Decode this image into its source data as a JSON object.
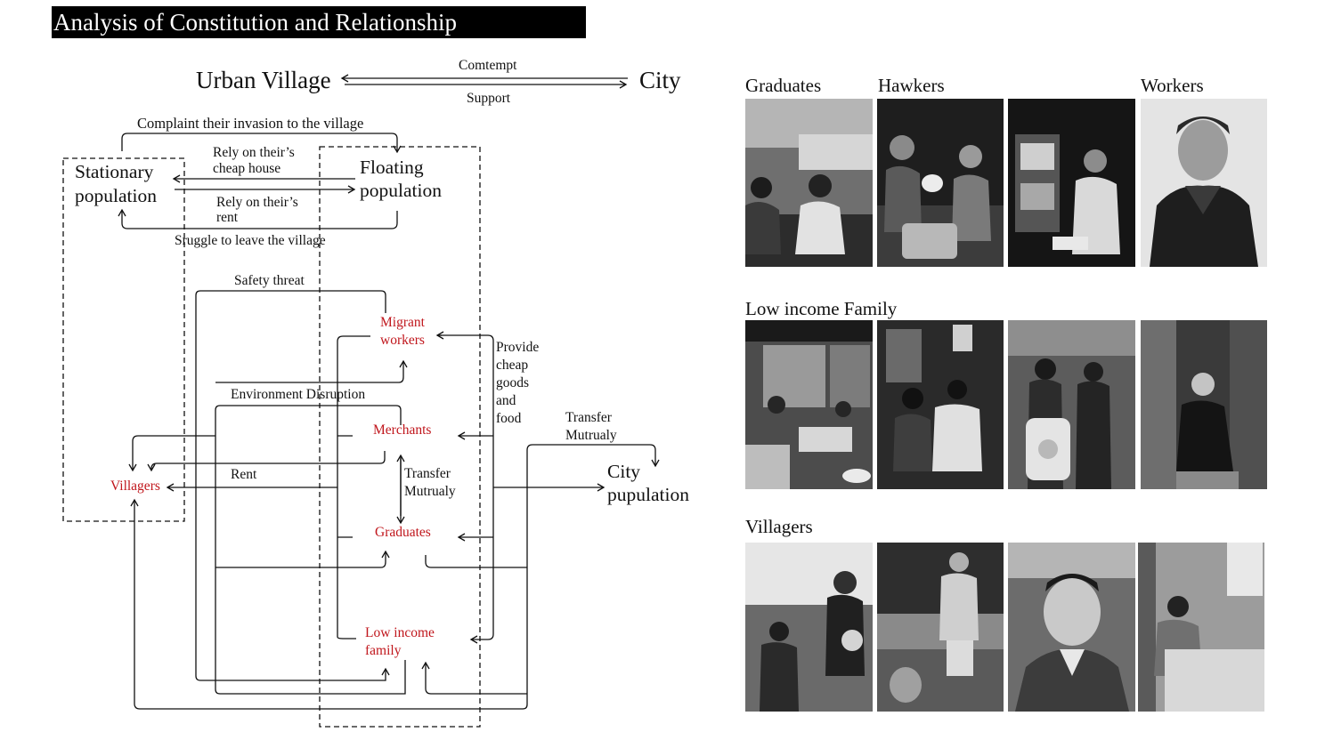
{
  "title": "Analysis of Constitution and Relationship",
  "diagram": {
    "urban_village": "Urban Village",
    "city": "City",
    "contempt": "Comtempt",
    "support": "Support",
    "complaint": "Complaint their  invasion to the village",
    "rely_house_1": "Rely on their’s",
    "rely_house_2": "cheap house",
    "rely_rent_1": "Rely on their’s",
    "rely_rent_2": "rent",
    "stationary_1": "Stationary",
    "stationary_2": "population",
    "floating_1": "Floating",
    "floating_2": "population",
    "struggle": "Sruggle to leave the village",
    "safety": "Safety threat",
    "migrant_1": "Migrant",
    "migrant_2": "workers",
    "provide_1": "Provide",
    "provide_2": "cheap",
    "provide_3": "goods",
    "provide_4": "and",
    "provide_5": "food",
    "environment": "Environment Disruption",
    "merchants": "Merchants",
    "transfer_right_1": "Transfer",
    "transfer_right_2": "Mutrualy",
    "rent": "Rent",
    "villagers": "Villagers",
    "transfer_mid_1": "Transfer",
    "transfer_mid_2": "Mutrualy",
    "city_pop_1": "City",
    "city_pop_2": "pupulation",
    "graduates": "Graduates",
    "low_income_1": "Low income",
    "low_income_2": "family"
  },
  "photo_groups": [
    {
      "label": "Graduates"
    },
    {
      "label": "Hawkers"
    },
    {
      "label": "Workers"
    },
    {
      "label": "Low income Family"
    },
    {
      "label": "Villagers"
    }
  ],
  "colors": {
    "accent_red": "#c0161c",
    "title_bg": "#000000",
    "title_text": "#ffffff"
  }
}
